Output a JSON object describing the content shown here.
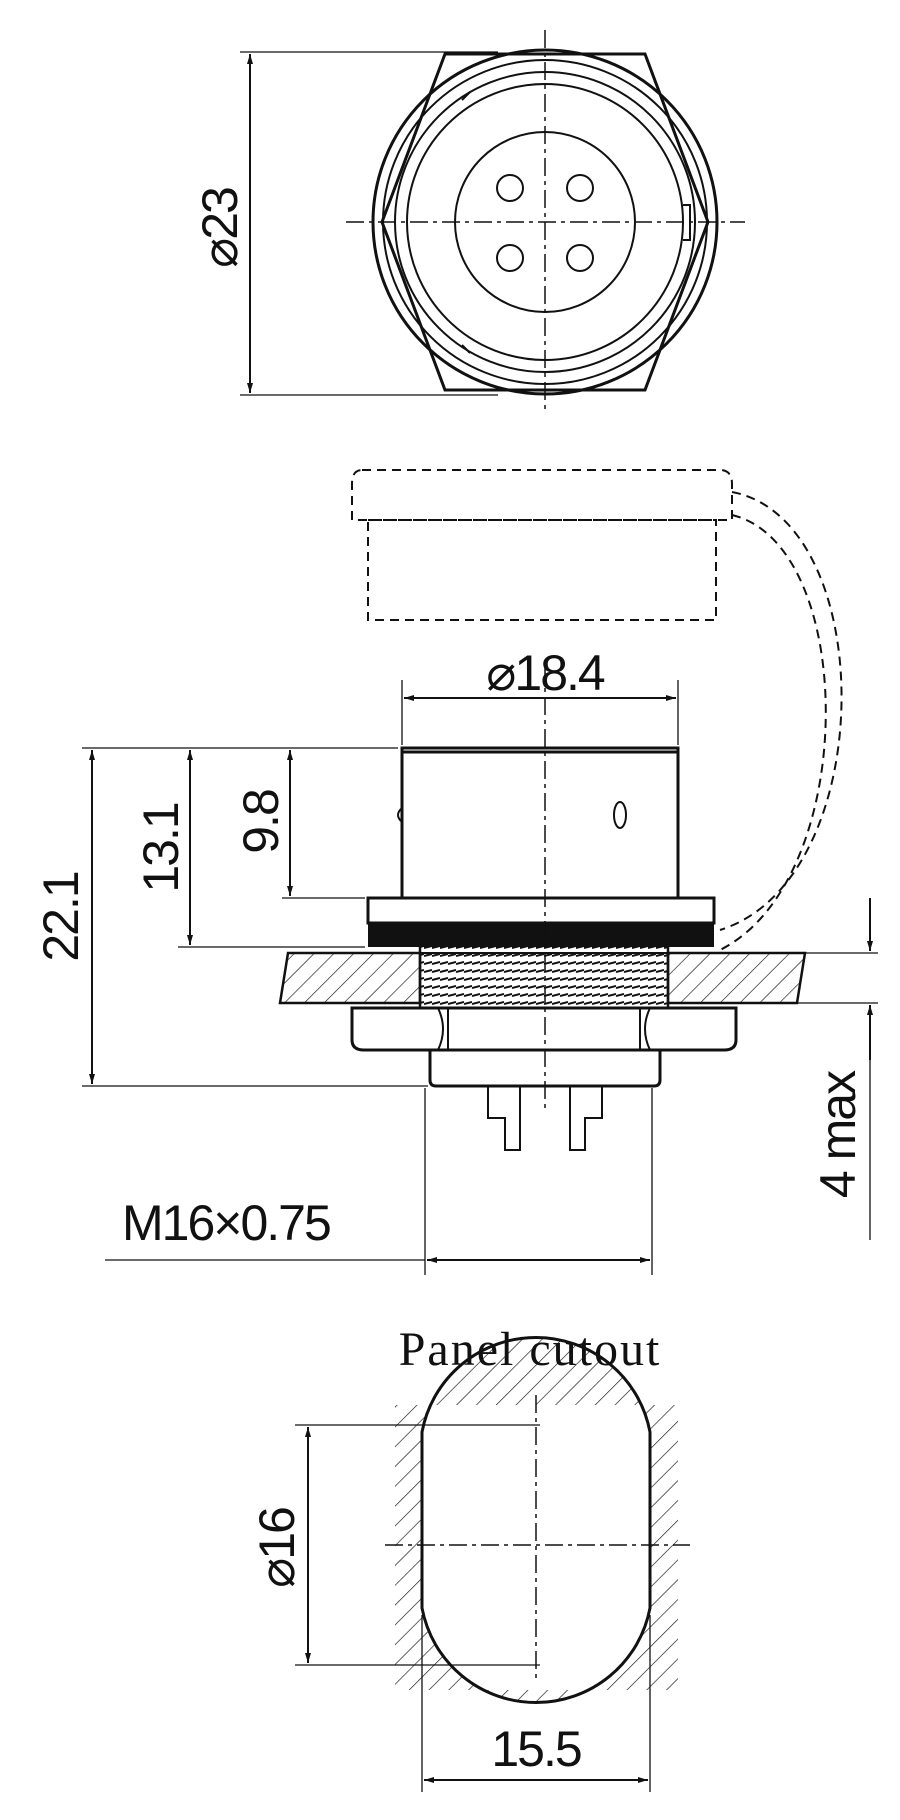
{
  "dimensions": {
    "top_diameter": "⌀23",
    "body_diameter": "⌀18.4",
    "total_height": "22.1",
    "flange_height": "13.1",
    "body_height": "9.8",
    "panel_thickness": "4 max",
    "thread": "M16×0.75",
    "cutout_diameter": "⌀16",
    "cutout_flat": "15.5"
  },
  "labels": {
    "cutout_title": "Panel cutout"
  }
}
